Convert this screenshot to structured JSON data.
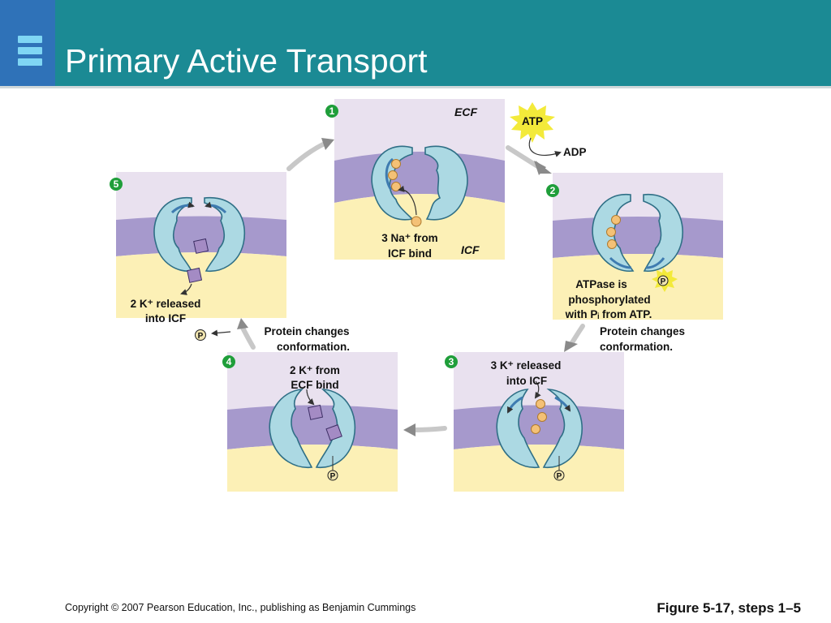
{
  "slide": {
    "title": "Primary Active Transport",
    "copyright": "Copyright © 2007 Pearson Education, Inc., publishing as Benjamin Cummings",
    "figure_label": "Figure 5-17, steps 1–5"
  },
  "colors": {
    "header": "#1b8a94",
    "header_left": "#2f72b8",
    "ecf_fill": "#e9e1ef",
    "membrane": "#a699cc",
    "icf_fill": "#fcf0b6",
    "protein": "#acd9e3",
    "protein_outline": "#2f6f86",
    "sodium": "#f4c176",
    "potassium": "#a48bc4",
    "step_badge": "#1f9e3a",
    "phosphate": "#f1e5b0",
    "atp_burst": "#f3ea3a"
  },
  "icons": {
    "slide_logo": "stacked-bars-icon",
    "cycle_arrows": "curved-arrow-icon",
    "atp": "starburst-icon"
  },
  "diagram": {
    "step1": {
      "number": "1",
      "ecf": "ECF",
      "icf": "ICF",
      "caption": [
        "3 Na⁺ from",
        "ICF bind"
      ]
    },
    "atp": "ATP",
    "adp": "ADP",
    "step2": {
      "number": "2",
      "phosphate": "P",
      "caption": [
        "ATPase is",
        "phosphorylated",
        "with Pᵢ from ATP."
      ]
    },
    "step2to3": [
      "Protein changes",
      "conformation."
    ],
    "step3": {
      "number": "3",
      "phosphate": "P",
      "caption": [
        "3 K⁺ released",
        "into ICF"
      ]
    },
    "step4": {
      "number": "4",
      "phosphate": "P",
      "caption": [
        "2 K⁺ from",
        "ECF bind"
      ]
    },
    "step4to5": [
      "Protein changes",
      "conformation."
    ],
    "step5": {
      "number": "5",
      "caption": [
        "2 K⁺ released",
        "into ICF"
      ]
    },
    "free_phosphate": "P"
  }
}
